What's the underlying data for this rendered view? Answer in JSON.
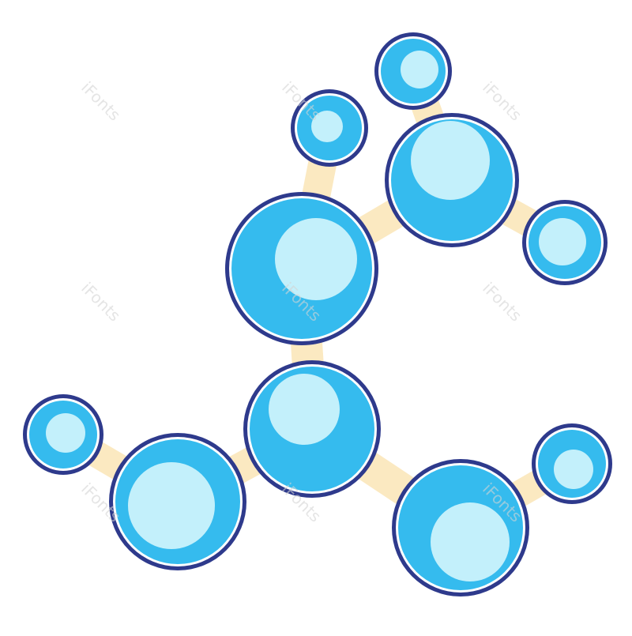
{
  "watermark": {
    "text": "iFonts"
  },
  "colors": {
    "outline": "#2e3a8c",
    "ring": "#ffffff",
    "atom_fill": "#35bbee",
    "atom_highlight": "#c3f0fb",
    "bond": "#fbe9c1"
  },
  "illustration": {
    "subject": "molecule-model-icon",
    "atom_count": 10,
    "bond_count": 9
  }
}
